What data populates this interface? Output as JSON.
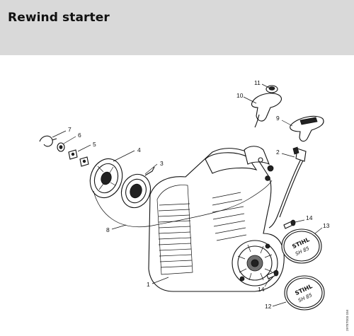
{
  "header": {
    "title": "Rewind starter"
  },
  "parts": [
    {
      "number": "1"
    },
    {
      "number": "2"
    },
    {
      "number": "3"
    },
    {
      "number": "4"
    },
    {
      "number": "5"
    },
    {
      "number": "6"
    },
    {
      "number": "7"
    },
    {
      "number": "8"
    },
    {
      "number": "9"
    },
    {
      "number": "10"
    },
    {
      "number": "11"
    },
    {
      "number": "12"
    },
    {
      "number": "13"
    },
    {
      "number": "14"
    },
    {
      "number": "14"
    }
  ],
  "badges": {
    "brand": "STIHL",
    "model": "SH 85"
  },
  "reference": "297ET003 GM",
  "colors": {
    "header_bg": "#d9d9d9",
    "line": "#111111"
  }
}
